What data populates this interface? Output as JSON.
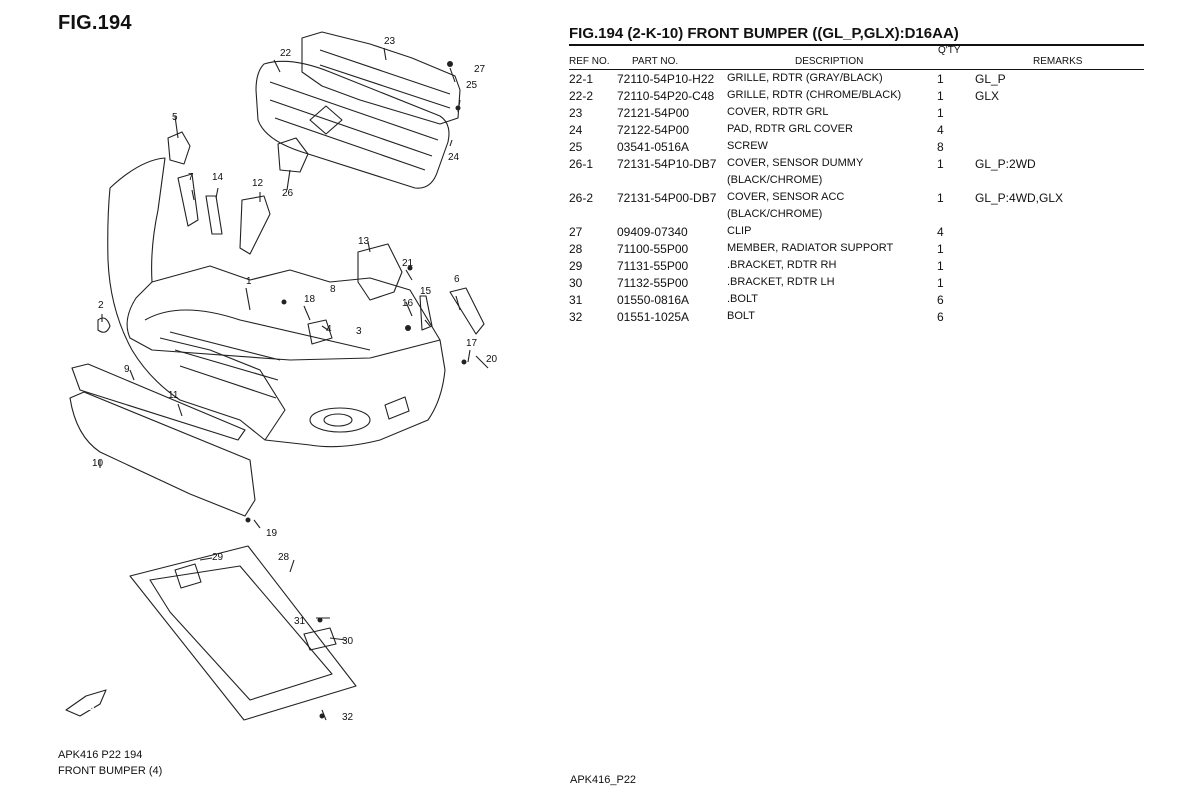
{
  "figure_label": "FIG.194",
  "table_title": "FIG.194 (2-K-10) FRONT BUMPER ((GL_P,GLX):D16AA)",
  "headers": {
    "ref_no": "REF NO.",
    "part_no": "PART NO.",
    "description": "DESCRIPTION",
    "qty": "Q'TY",
    "remarks": "REMARKS"
  },
  "parts": [
    {
      "ref": "22-1",
      "part": "72110-54P10-H22",
      "desc": "GRILLE, RDTR (GRAY/BLACK)",
      "desc2": "",
      "qty": "1",
      "remarks": "GL_P"
    },
    {
      "ref": "22-2",
      "part": "72110-54P20-C48",
      "desc": "GRILLE, RDTR (CHROME/BLACK)",
      "desc2": "",
      "qty": "1",
      "remarks": "GLX"
    },
    {
      "ref": "23",
      "part": "72121-54P00",
      "desc": "COVER, RDTR GRL",
      "desc2": "",
      "qty": "1",
      "remarks": ""
    },
    {
      "ref": "24",
      "part": "72122-54P00",
      "desc": "PAD, RDTR GRL COVER",
      "desc2": "",
      "qty": "4",
      "remarks": ""
    },
    {
      "ref": "25",
      "part": "03541-0516A",
      "desc": "SCREW",
      "desc2": "",
      "qty": "8",
      "remarks": ""
    },
    {
      "ref": "26-1",
      "part": "72131-54P10-DB7",
      "desc": "COVER, SENSOR DUMMY",
      "desc2": "(BLACK/CHROME)",
      "qty": "1",
      "remarks": "GL_P:2WD"
    },
    {
      "ref": "26-2",
      "part": "72131-54P00-DB7",
      "desc": "COVER, SENSOR ACC",
      "desc2": "(BLACK/CHROME)",
      "qty": "1",
      "remarks": "GL_P:4WD,GLX"
    },
    {
      "ref": "27",
      "part": "09409-07340",
      "desc": "CLIP",
      "desc2": "",
      "qty": "4",
      "remarks": ""
    },
    {
      "ref": "28",
      "part": "71100-55P00",
      "desc": "MEMBER, RADIATOR SUPPORT",
      "desc2": "",
      "qty": "1",
      "remarks": ""
    },
    {
      "ref": "29",
      "part": "71131-55P00",
      "desc": ".BRACKET, RDTR RH",
      "desc2": "",
      "qty": "1",
      "remarks": ""
    },
    {
      "ref": "30",
      "part": "71132-55P00",
      "desc": ".BRACKET, RDTR LH",
      "desc2": "",
      "qty": "1",
      "remarks": ""
    },
    {
      "ref": "31",
      "part": "01550-0816A",
      "desc": ".BOLT",
      "desc2": "",
      "qty": "6",
      "remarks": ""
    },
    {
      "ref": "32",
      "part": "01551-1025A",
      "desc": "BOLT",
      "desc2": "",
      "qty": "6",
      "remarks": ""
    }
  ],
  "callouts": [
    "1",
    "2",
    "3",
    "4",
    "5",
    "6",
    "7",
    "8",
    "9",
    "10",
    "11",
    "12",
    "13",
    "14",
    "15",
    "16",
    "17",
    "18",
    "19",
    "20",
    "21",
    "22",
    "23",
    "24",
    "25",
    "26",
    "27",
    "28",
    "29",
    "30",
    "31",
    "32"
  ],
  "fwd_badge": "FWD",
  "footer": {
    "code": "APK416 P22 194",
    "name": "FRONT BUMPER (4)",
    "page_code": "APK416_P22"
  }
}
